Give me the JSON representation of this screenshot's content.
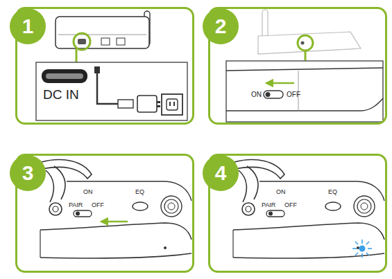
{
  "diagram": {
    "nodes": [
      {
        "text": [
          "1"
        ]
      },
      {
        "text": [
          "2"
        ]
      },
      {
        "text": [
          "3"
        ]
      },
      {
        "text": [
          "4"
        ]
      }
    ],
    "labels": [
      "DC IN",
      "ON",
      "OFF",
      "ON",
      "PAIR",
      "OFF",
      "EQ",
      "ON",
      "PAIR",
      "OFF",
      "EQ"
    ]
  }
}
